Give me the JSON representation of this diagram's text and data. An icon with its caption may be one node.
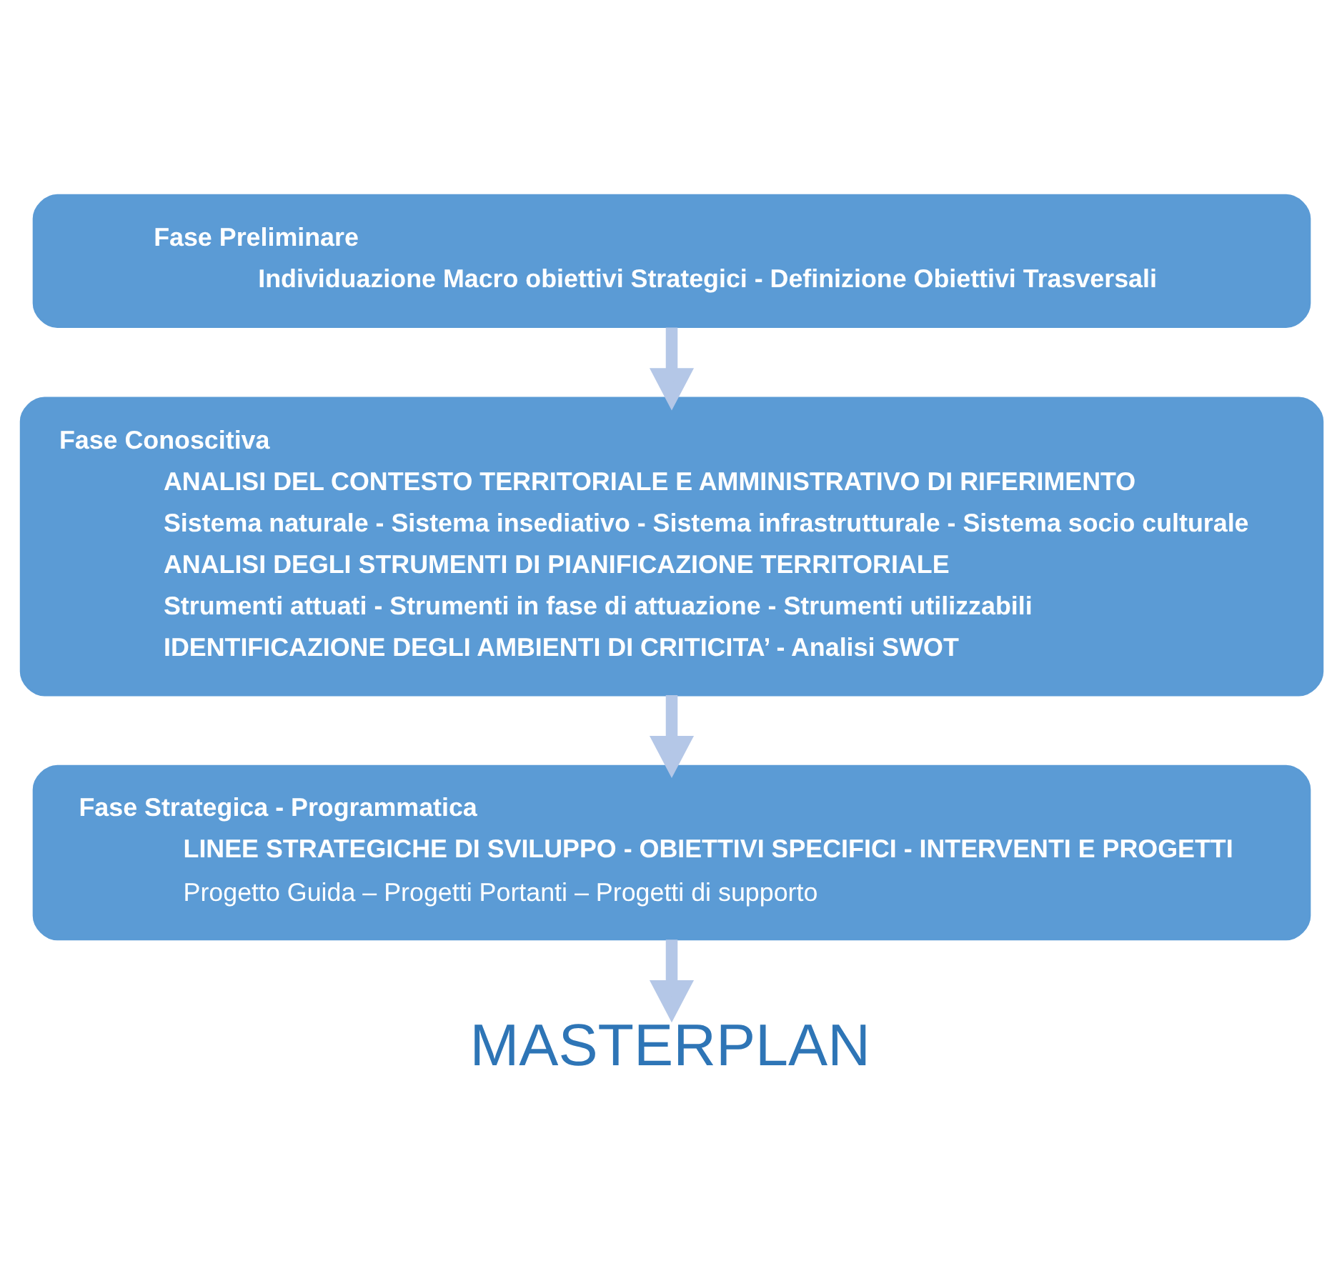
{
  "diagram": {
    "nodes": [
      {
        "text": [
          "Fase Preliminare",
          "Individuazione Macro obiettivi Strategici - Definizione Obiettivi Trasversali"
        ]
      },
      {
        "text": [
          "Fase Conoscitiva",
          "ANALISI DEL CONTESTO TERRITORIALE E AMMINISTRATIVO DI RIFERIMENTO",
          "Sistema naturale - Sistema insediativo - Sistema infrastrutturale - Sistema socio culturale",
          "ANALISI DEGLI STRUMENTI DI PIANIFICAZIONE TERRITORIALE",
          "Strumenti attuati - Strumenti in fase di attuazione - Strumenti utilizzabili",
          "IDENTIFICAZIONE DEGLI AMBIENTI DI CRITICITA’ - Analisi SWOT"
        ]
      },
      {
        "text": [
          "Fase Strategica - Programmatica",
          "LINEE STRATEGICHE DI SVILUPPO - OBIETTIVI SPECIFICI - INTERVENTI E PROGETTI",
          "Progetto Guida – Progetti Portanti – Progetti di supporto"
        ]
      },
      {
        "text": [
          "MASTERPLAN"
        ]
      }
    ],
    "edges": [
      {
        "from": 0,
        "to": 1,
        "arrow": "to"
      },
      {
        "from": 1,
        "to": 2,
        "arrow": "to"
      },
      {
        "from": 2,
        "to": 3,
        "arrow": "to"
      }
    ]
  }
}
